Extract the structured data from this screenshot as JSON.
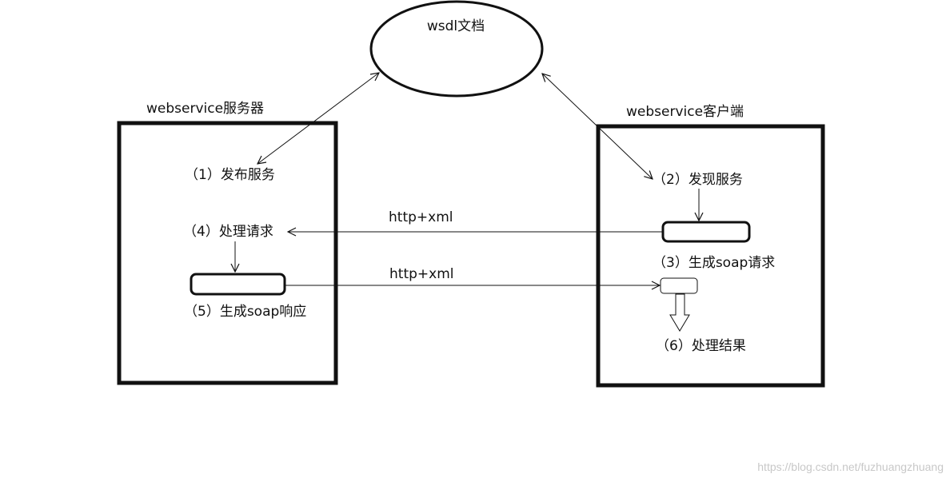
{
  "diagram": {
    "wsdl_label": "wsdl文档",
    "server": {
      "title": "webservice服务器",
      "step1": "（1）发布服务",
      "step4": "（4）处理请求",
      "step5": "（5）生成soap响应"
    },
    "client": {
      "title": "webservice客户端",
      "step2": "（2）发现服务",
      "step3": "（3）生成soap请求",
      "step6": "（6）处理结果"
    },
    "request_label": "http+xml",
    "response_label": "http+xml"
  },
  "watermark": "https://blog.csdn.net/fuzhuangzhuang",
  "colors": {
    "stroke": "#111111",
    "background": "#ffffff",
    "watermark": "#c8c8c8"
  }
}
